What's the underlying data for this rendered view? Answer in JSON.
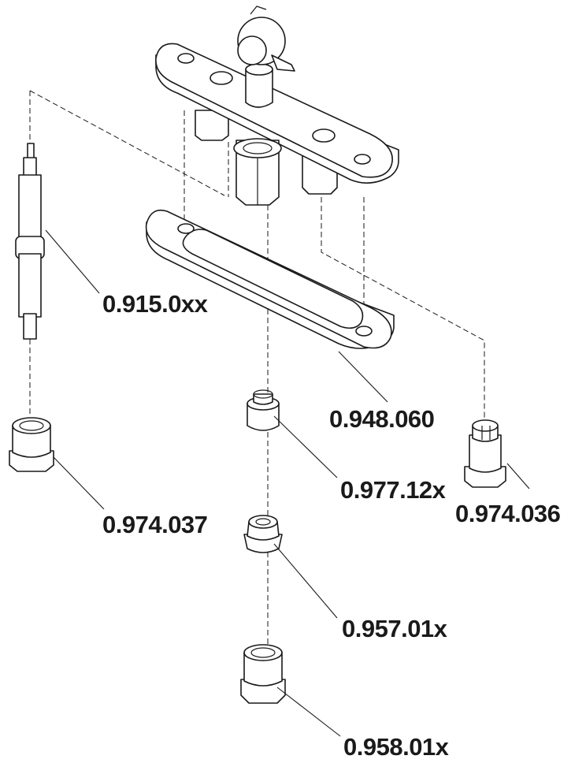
{
  "part_labels": {
    "electrode": "0.915.0xx",
    "gasket": "0.948.060",
    "nut_electrode": "0.974.037",
    "nut_thermo": "0.974.036",
    "sleeve": "0.977.12x",
    "ferrule": "0.957.01x",
    "fitting": "0.958.01x"
  },
  "colors": {
    "line": "#1a1a1a",
    "background": "#ffffff"
  }
}
